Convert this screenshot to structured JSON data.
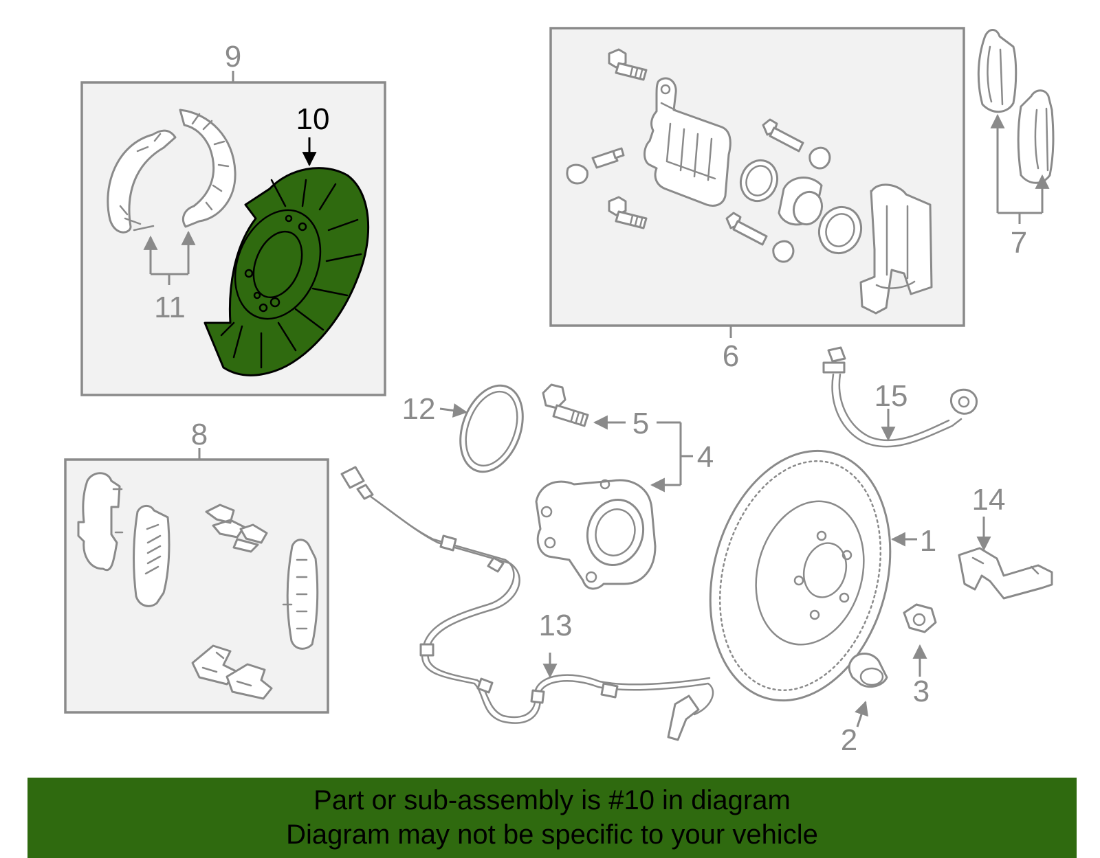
{
  "colors": {
    "highlight": "#2f6a0f",
    "line": "#8a8a8a",
    "box_fill": "#f2f2f2"
  },
  "callouts": {
    "c1": "1",
    "c2": "2",
    "c3": "3",
    "c4": "4",
    "c5": "5",
    "c6": "6",
    "c7": "7",
    "c8": "8",
    "c9": "9",
    "c10": "10",
    "c11": "11",
    "c12": "12",
    "c13": "13",
    "c14": "14",
    "c15": "15"
  },
  "highlighted_part": "10",
  "banner": {
    "line1": "Part or sub-assembly is #10 in diagram",
    "line2": "Diagram may not be specific to your vehicle"
  }
}
